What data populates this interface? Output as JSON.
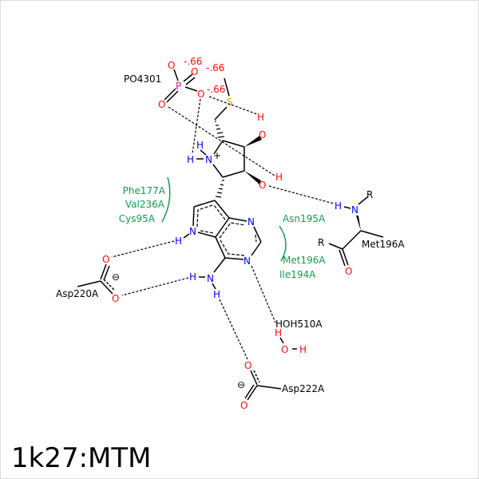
{
  "title": "1k27:MTM",
  "colors": {
    "oxygen": "#ff0d0d",
    "nitrogen": "#0000ff",
    "sulfur": "#e0a000",
    "phosphorus": "#e0109a",
    "hydrophobic": "#1a9850"
  },
  "atoms": {
    "O": "O",
    "N": "N",
    "H": "H",
    "S": "S",
    "P": "P",
    "R": "R",
    "plus": "+",
    "minus": "⊖",
    "charge": "-.66"
  },
  "residues": {
    "po4": "PO4301",
    "asp220": "Asp220A",
    "asp222": "Asp222A",
    "hoh": "HOH510A",
    "met196": "Met196A"
  },
  "hydrophobic_groups": [
    [
      "Phe177A",
      "Val236A",
      "Cys95A"
    ],
    [
      "Asn195A",
      "Met196A",
      "Ile194A"
    ]
  ]
}
